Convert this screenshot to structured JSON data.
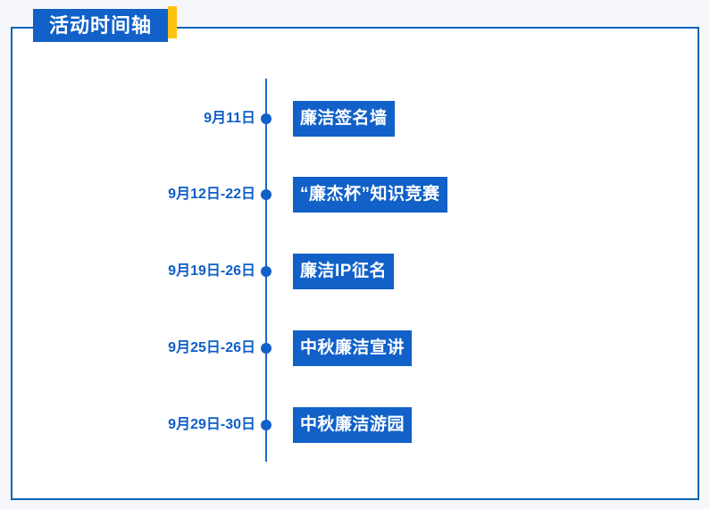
{
  "header": {
    "title": "活动时间轴"
  },
  "timeline": {
    "items": [
      {
        "date": "9月11日",
        "label": "廉洁签名墙"
      },
      {
        "date": "9月12日-22日",
        "label": "“廉杰杯”知识竞赛"
      },
      {
        "date": "9月19日-26日",
        "label": "廉洁IP征名"
      },
      {
        "date": "9月25日-26日",
        "label": "中秋廉洁宣讲"
      },
      {
        "date": "9月29日-30日",
        "label": "中秋廉洁游园"
      }
    ]
  },
  "colors": {
    "page-bg": "#f5f7fa",
    "frame-border": "#0a64b4",
    "box-blue": "#1161c8",
    "date-blue": "#0f5ec6",
    "line-blue": "#1b6ad0",
    "accent-yellow": "#ffc20e",
    "label-text": "#ffffff"
  }
}
